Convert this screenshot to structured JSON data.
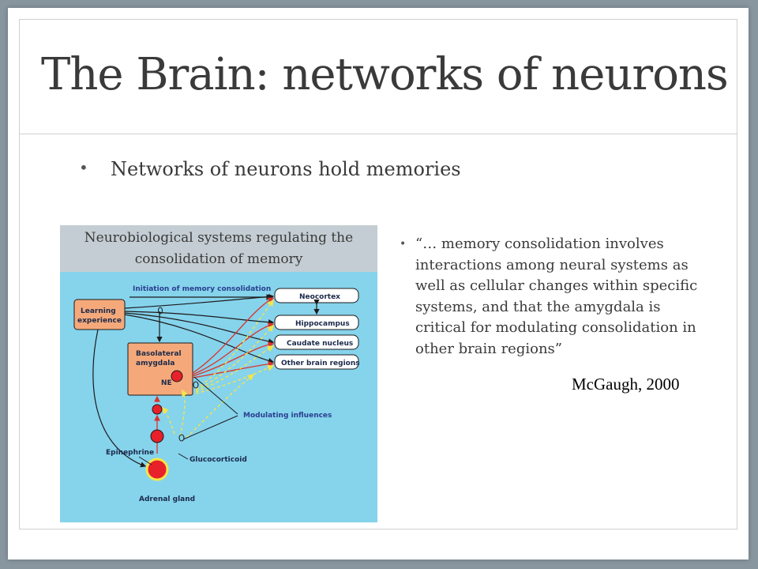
{
  "slide": {
    "title": "The Brain: networks of neurons",
    "bullet": "Networks of neurons hold memories",
    "quote": "“… memory consolidation involves interactions among neural systems as well as cellular changes within specific systems, and that the amygdala is critical for modulating consolidation in other brain regions”",
    "citation": "McGaugh, 2000",
    "bullet_glyph": "•"
  },
  "figure": {
    "caption_line1": "Neurobiological systems regulating the",
    "caption_line2": "consolidation of memory",
    "labels": {
      "initiation": "Initiation of memory consolidation",
      "learning_1": "Learning",
      "learning_2": "experience",
      "bla_1": "Basolateral",
      "bla_2": "amygdala",
      "ne": "NE",
      "neocortex": "Neocortex",
      "hippocampus": "Hippocampus",
      "caudate": "Caudate nucleus",
      "other": "Other brain regions",
      "modulating": "Modulating influences",
      "epinephrine": "Epinephrine",
      "glucocorticoid": "Glucocorticoid",
      "adrenal": "Adrenal gland"
    },
    "colors": {
      "background": "#86d3ec",
      "orange_box": "#f5a97a",
      "red_node": "#e8202a",
      "red_arrow": "#d8342c",
      "yellow_arrow": "#f2e64a"
    }
  }
}
